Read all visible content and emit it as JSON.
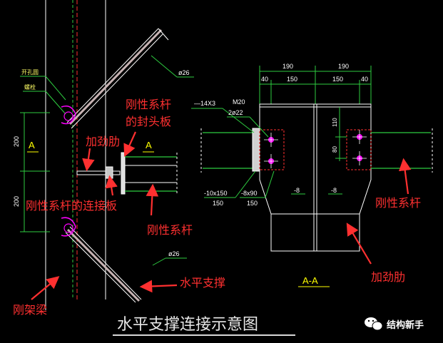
{
  "title": "水平支撑连接示意图",
  "watermark": "结构新手",
  "labels": {
    "rigid_tie_end_plate": [
      "刚性系杆",
      "的封头板"
    ],
    "stiffener_left": "加劲肋",
    "rigid_tie_connection_plate": "刚性系杆的连接板",
    "rigid_tie_left": "刚性系杆",
    "horizontal_brace": "水平支撑",
    "rigid_frame_beam": "刚架梁",
    "rigid_tie_right": "刚性系杆",
    "stiffener_right": "加劲肋"
  },
  "cad": {
    "section_A_left": "A",
    "section_A_right": "A",
    "section_name": "A-A",
    "dim_200_top": "200",
    "dim_200_bottom": "200",
    "diam_top": "ø26",
    "diam_bottom": "ø26",
    "small_label_1": "开孔圆",
    "small_label_2": "螺栓",
    "dims_top": [
      "190",
      "190"
    ],
    "dims_second": [
      "40",
      "150",
      "150",
      "40"
    ],
    "plate_14x3": "—14X3",
    "bolt_m20": "M20",
    "bolt_count": "2ø22",
    "dim_110": "110",
    "dim_80": "80",
    "plate_10x150": "-10x150",
    "plate_8x90": "-8x90",
    "dim_150a": "150",
    "dim_150b": "150",
    "thk_8a": "-8",
    "thk_8b": "-8"
  },
  "colors": {
    "background": "#000000",
    "line": "#ffffff",
    "dim_line": "#2ecc40",
    "annotation": "#ff3030",
    "magenta": "#ff00ff",
    "brace": "#c8b4b4",
    "title_underline": "#d8d8d8"
  }
}
